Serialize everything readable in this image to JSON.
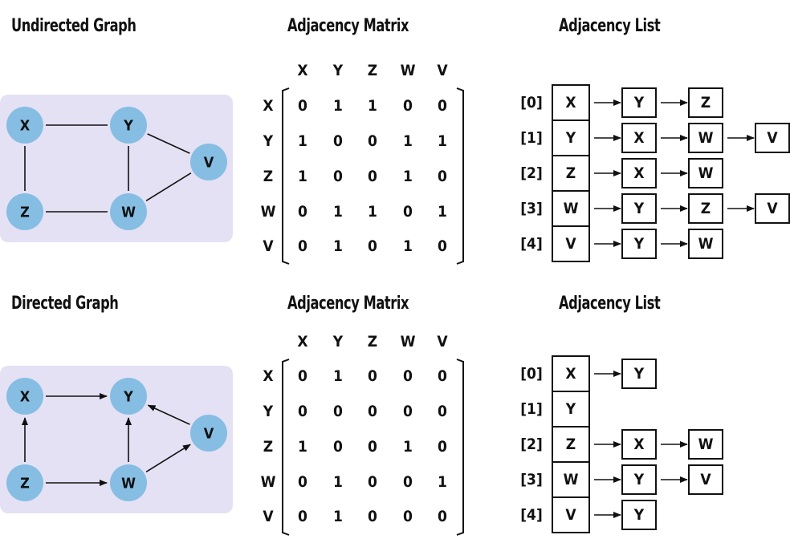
{
  "sections": [
    {
      "graph_title": "Undirected Graph",
      "matrix_title": "Adjacency Matrix",
      "list_title": "Adjacency List",
      "directed": false,
      "nodes": [
        "X",
        "Y",
        "Z",
        "W",
        "V"
      ],
      "edges": [
        [
          "X",
          "Y"
        ],
        [
          "X",
          "Z"
        ],
        [
          "Y",
          "W"
        ],
        [
          "Y",
          "V"
        ],
        [
          "Z",
          "W"
        ],
        [
          "W",
          "V"
        ]
      ],
      "matrix": {
        "col_headers": [
          "X",
          "Y",
          "Z",
          "W",
          "V"
        ],
        "row_headers": [
          "X",
          "Y",
          "Z",
          "W",
          "V"
        ],
        "rows": [
          [
            "0",
            "1",
            "1",
            "0",
            "0"
          ],
          [
            "1",
            "0",
            "0",
            "1",
            "1"
          ],
          [
            "1",
            "0",
            "0",
            "1",
            "0"
          ],
          [
            "0",
            "1",
            "1",
            "0",
            "1"
          ],
          [
            "0",
            "1",
            "0",
            "1",
            "0"
          ]
        ]
      },
      "list": {
        "indices": [
          "[0]",
          "[1]",
          "[2]",
          "[3]",
          "[4]"
        ],
        "heads": [
          "X",
          "Y",
          "Z",
          "W",
          "V"
        ],
        "neighbors": [
          [
            "Y",
            "Z"
          ],
          [
            "X",
            "W",
            "V"
          ],
          [
            "X",
            "W"
          ],
          [
            "Y",
            "Z",
            "V"
          ],
          [
            "Y",
            "W"
          ]
        ]
      }
    },
    {
      "graph_title": "Directed Graph",
      "matrix_title": "Adjacency Matrix",
      "list_title": "Adjacency List",
      "directed": true,
      "nodes": [
        "X",
        "Y",
        "Z",
        "W",
        "V"
      ],
      "edges": [
        [
          "X",
          "Y"
        ],
        [
          "Z",
          "X"
        ],
        [
          "Z",
          "W"
        ],
        [
          "W",
          "Y"
        ],
        [
          "W",
          "V"
        ],
        [
          "V",
          "Y"
        ]
      ],
      "matrix": {
        "col_headers": [
          "X",
          "Y",
          "Z",
          "W",
          "V"
        ],
        "row_headers": [
          "X",
          "Y",
          "Z",
          "W",
          "V"
        ],
        "rows": [
          [
            "0",
            "1",
            "0",
            "0",
            "0"
          ],
          [
            "0",
            "0",
            "0",
            "0",
            "0"
          ],
          [
            "1",
            "0",
            "0",
            "1",
            "0"
          ],
          [
            "0",
            "1",
            "0",
            "0",
            "1"
          ],
          [
            "0",
            "1",
            "0",
            "0",
            "0"
          ]
        ]
      },
      "list": {
        "indices": [
          "[0]",
          "[1]",
          "[2]",
          "[3]",
          "[4]"
        ],
        "heads": [
          "X",
          "Y",
          "Z",
          "W",
          "V"
        ],
        "neighbors": [
          [
            "Y"
          ],
          [],
          [
            "X",
            "W"
          ],
          [
            "Y",
            "V"
          ],
          [
            "Y"
          ]
        ]
      }
    }
  ]
}
